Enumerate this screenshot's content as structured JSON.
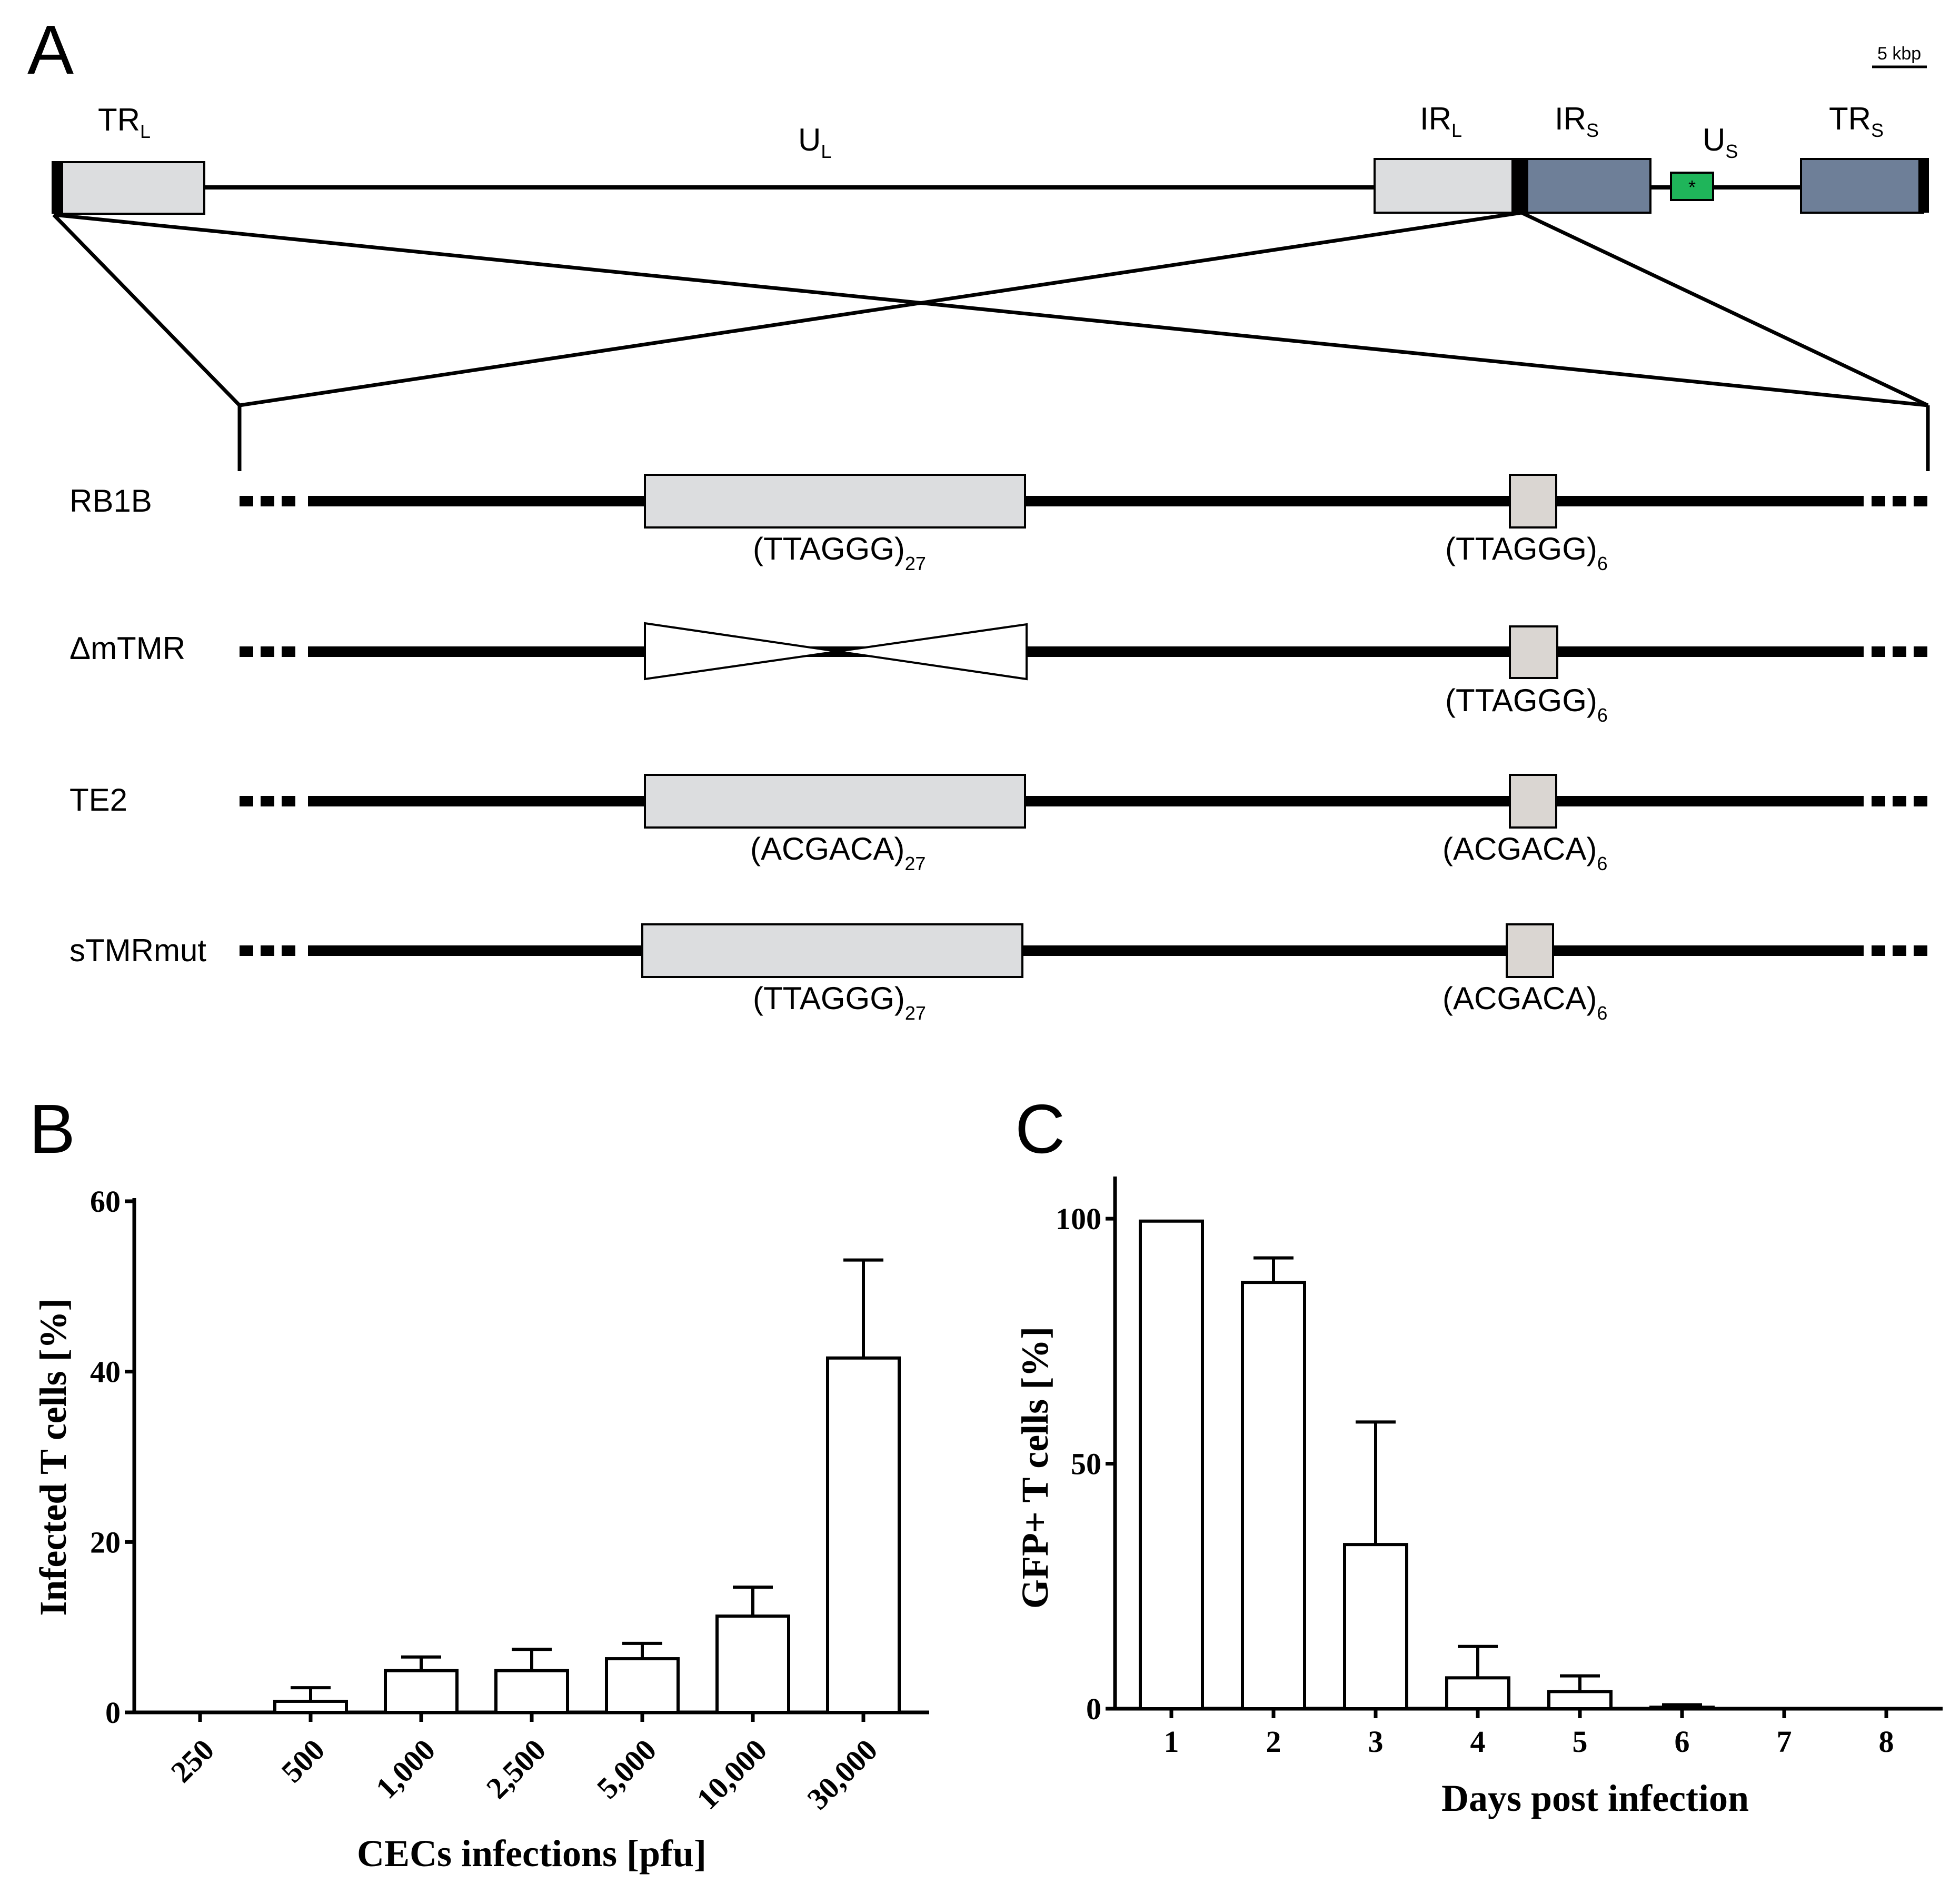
{
  "panel_a": {
    "letter": "A",
    "scale_bar_label": "5 kbp",
    "regions": [
      {
        "base": "TR",
        "sub": "L"
      },
      {
        "base": "U",
        "sub": "L"
      },
      {
        "base": "IR",
        "sub": "L"
      },
      {
        "base": "IR",
        "sub": "S"
      },
      {
        "base": "U",
        "sub": "S"
      },
      {
        "base": "TR",
        "sub": "S"
      }
    ],
    "marker_symbol": "*",
    "constructs": [
      {
        "name": "RB1B",
        "mtmr": {
          "seq": "(TTAGGG)",
          "count": "27"
        },
        "stmr": {
          "seq": "(TTAGGG)",
          "count": "6"
        }
      },
      {
        "name": "ΔmTMR",
        "mtmr": {
          "seq": "",
          "count": ""
        },
        "stmr": {
          "seq": "(TTAGGG)",
          "count": "6"
        }
      },
      {
        "name": "TE2",
        "mtmr": {
          "seq": "(ACGACA)",
          "count": "27"
        },
        "stmr": {
          "seq": "(ACGACA)",
          "count": "6"
        }
      },
      {
        "name": "sTMRmut",
        "mtmr": {
          "seq": "(TTAGGG)",
          "count": "27"
        },
        "stmr": {
          "seq": "(ACGACA)",
          "count": "6"
        }
      }
    ],
    "colors": {
      "light_repeat": "#dcdddf",
      "short_repeat": "#dad6d2",
      "irs_trs": "#6e7f98",
      "marker": "#1fb55a"
    }
  },
  "chart_data": [
    {
      "panel": "B",
      "type": "bar",
      "categories": [
        "250",
        "500",
        "1,000",
        "2,500",
        "5,000",
        "10,000",
        "30,000"
      ],
      "values": [
        0,
        1.3,
        4.9,
        4.9,
        6.3,
        11.3,
        41.6
      ],
      "errors": [
        0,
        1.6,
        1.6,
        2.5,
        1.8,
        3.4,
        11.5
      ],
      "xlabel": "CECs infections [pfu]",
      "ylabel": "Infected T cells [%]",
      "ylim": [
        0,
        60
      ],
      "yticks": [
        0,
        20,
        40,
        60
      ],
      "grid": false
    },
    {
      "panel": "C",
      "type": "bar",
      "categories": [
        "1",
        "2",
        "3",
        "4",
        "5",
        "6",
        "7",
        "8"
      ],
      "values": [
        99.5,
        87,
        33.5,
        6.3,
        3.5,
        0.3,
        0,
        0
      ],
      "errors": [
        0,
        5,
        25,
        6.4,
        3.2,
        0.5,
        0,
        0
      ],
      "xlabel": "Days post infection",
      "ylabel": "GFP+ T cells [%]",
      "ylim": [
        0,
        110
      ],
      "yticks": [
        0,
        50,
        100
      ],
      "grid": false
    }
  ]
}
